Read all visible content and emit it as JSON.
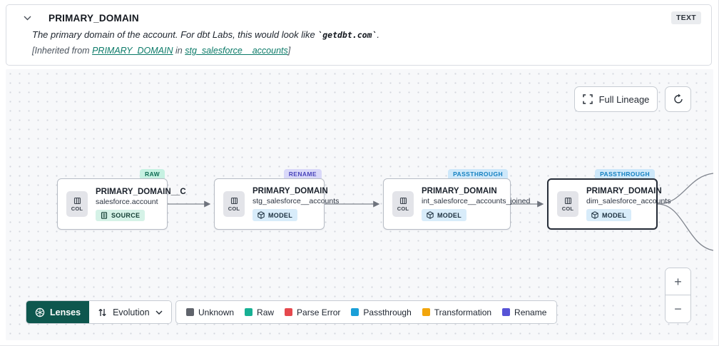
{
  "header": {
    "title": "PRIMARY_DOMAIN",
    "type_badge": "TEXT",
    "description_prefix": "The primary domain of the account. For dbt Labs, this would look like ",
    "description_code": "`getdbt.com`",
    "description_suffix": ".",
    "inherited_prefix": "[Inherited from ",
    "inherited_column_link": "PRIMARY_DOMAIN",
    "inherited_middle": " in ",
    "inherited_model_link": "stg_salesforce__accounts",
    "inherited_suffix": "]"
  },
  "canvas": {
    "toolbar": {
      "full_lineage": "Full Lineage"
    },
    "nodes": [
      {
        "tag": "RAW",
        "col_label": "COL",
        "title": "PRIMARY_DOMAIN__C",
        "subtitle": "salesforce.account",
        "badge": "SOURCE"
      },
      {
        "tag": "RENAME",
        "col_label": "COL",
        "title": "PRIMARY_DOMAIN",
        "subtitle": "stg_salesforce__accounts",
        "badge": "MODEL"
      },
      {
        "tag": "PASSTHROUGH",
        "col_label": "COL",
        "title": "PRIMARY_DOMAIN",
        "subtitle": "int_salesforce__accounts_joined",
        "badge": "MODEL"
      },
      {
        "tag": "PASSTHROUGH",
        "col_label": "COL",
        "title": "PRIMARY_DOMAIN",
        "subtitle": "dim_salesforce_accounts",
        "badge": "MODEL"
      }
    ],
    "lenses": {
      "label": "Lenses",
      "selected_lens": "Evolution"
    },
    "legend": {
      "items": [
        {
          "label": "Unknown",
          "color": "#60646c"
        },
        {
          "label": "Raw",
          "color": "#17b094"
        },
        {
          "label": "Parse Error",
          "color": "#e5484d"
        },
        {
          "label": "Passthrough",
          "color": "#1a9fd8"
        },
        {
          "label": "Transformation",
          "color": "#f2a50c"
        },
        {
          "label": "Rename",
          "color": "#5753d6"
        }
      ]
    },
    "zoom": {
      "zoom_in": "+",
      "zoom_out": "−"
    }
  },
  "colors": {
    "lenses_button_green": "#0e574e",
    "link_teal": "#0b7a68",
    "tag_raw_bg": "#c6f1e2",
    "tag_rename_bg": "#d9d8f9",
    "tag_passthrough_bg": "#cee8fa",
    "badge_source_bg": "#d5f2e7",
    "badge_model_bg": "#d8ecfa",
    "canvas_bg": "#f7f8fa",
    "edge_gray": "#7f848d"
  }
}
